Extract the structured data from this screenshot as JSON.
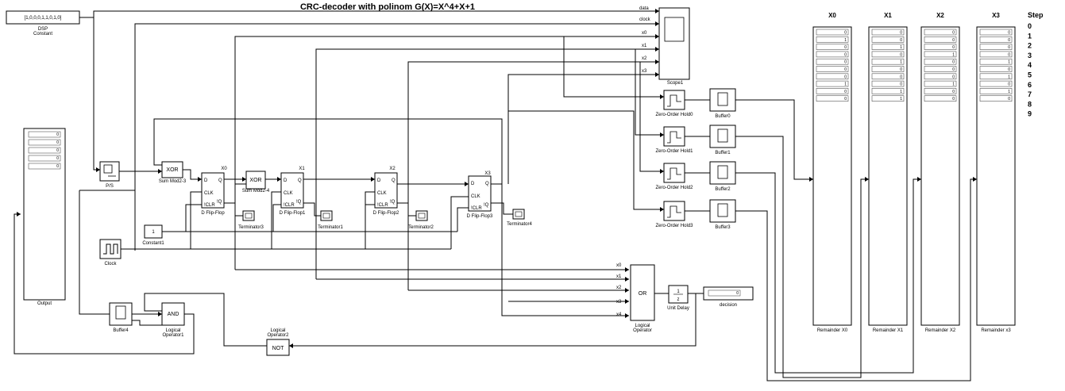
{
  "title": "CRC-decoder with polinom G(X)=X^4+X+1",
  "dsp": {
    "value": "[1,0,0,0,1,1,0,1,0]",
    "label1": "DSP",
    "label2": "Constant"
  },
  "output": {
    "label": "Output",
    "values": [
      "0",
      "0",
      "0",
      "0",
      "0"
    ]
  },
  "ps": {
    "text": "P/S",
    "label": "P/S"
  },
  "clock": {
    "label": "Clock"
  },
  "constant1": {
    "value": "1",
    "label": "Constant1"
  },
  "sum1": {
    "text": "XOR",
    "label": "Sum Mod2-3"
  },
  "sum2": {
    "text": "XOR",
    "label": "Sum Mod2-4"
  },
  "ff_ports": {
    "d": "D",
    "clk": "CLK",
    "clr": "!CLR",
    "q": "Q",
    "nq": "!Q"
  },
  "flipflops": [
    {
      "top": "X0",
      "label": "D Flip-Flop"
    },
    {
      "top": "X1",
      "label": "D Flip-Flop1"
    },
    {
      "top": "X2",
      "label": "D Flip-Flop2"
    },
    {
      "top": "X3",
      "label": "D Flip-Flop3"
    }
  ],
  "terminators": [
    "Terminator3",
    "Terminator1",
    "Terminator2",
    "Terminator4"
  ],
  "scope": {
    "label": "Scope1",
    "ports": [
      "data",
      "clock",
      "x0",
      "x1",
      "x2",
      "x3"
    ]
  },
  "zoh": [
    "Zero-Order Hold0",
    "Zero-Order Hold1",
    "Zero-Order Hold2",
    "Zero-Order Hold3"
  ],
  "buffers": [
    "Buffer0",
    "Buffer1",
    "Buffer2",
    "Buffer3"
  ],
  "buffer4": "Buffer4",
  "and_gate": {
    "text": "AND",
    "label1": "Logical",
    "label2": "Operator1"
  },
  "not_gate": {
    "text": "NOT",
    "label1": "Logical",
    "label2": "Operator2"
  },
  "or_gate": {
    "text": "OR",
    "label1": "Logical",
    "label2": "Operator",
    "ports": [
      "x0",
      "x1",
      "x2",
      "x3",
      "x4"
    ]
  },
  "unit_delay": {
    "num": "1",
    "den": "z",
    "label": "Unit Delay"
  },
  "decision": {
    "value": "0",
    "label": "decision"
  },
  "remainders": [
    {
      "header": "X0",
      "label": "Remainder X0",
      "values": [
        "0",
        "1",
        "0",
        "0",
        "0",
        "0",
        "0",
        "1",
        "0",
        "0"
      ]
    },
    {
      "header": "X1",
      "label": "Remainder X1",
      "values": [
        "0",
        "0",
        "1",
        "0",
        "1",
        "0",
        "0",
        "0",
        "1",
        "1"
      ]
    },
    {
      "header": "X2",
      "label": "Remainder X2",
      "values": [
        "0",
        "0",
        "0",
        "1",
        "0",
        "0",
        "0",
        "1",
        "0",
        "0"
      ]
    },
    {
      "header": "X3",
      "label": "Remainder x3",
      "values": [
        "0",
        "0",
        "0",
        "0",
        "1",
        "0",
        "1",
        "0",
        "1",
        "0"
      ]
    }
  ],
  "step": {
    "label": "Step",
    "values": [
      "0",
      "1",
      "2",
      "3",
      "4",
      "5",
      "6",
      "7",
      "8",
      "9"
    ]
  }
}
